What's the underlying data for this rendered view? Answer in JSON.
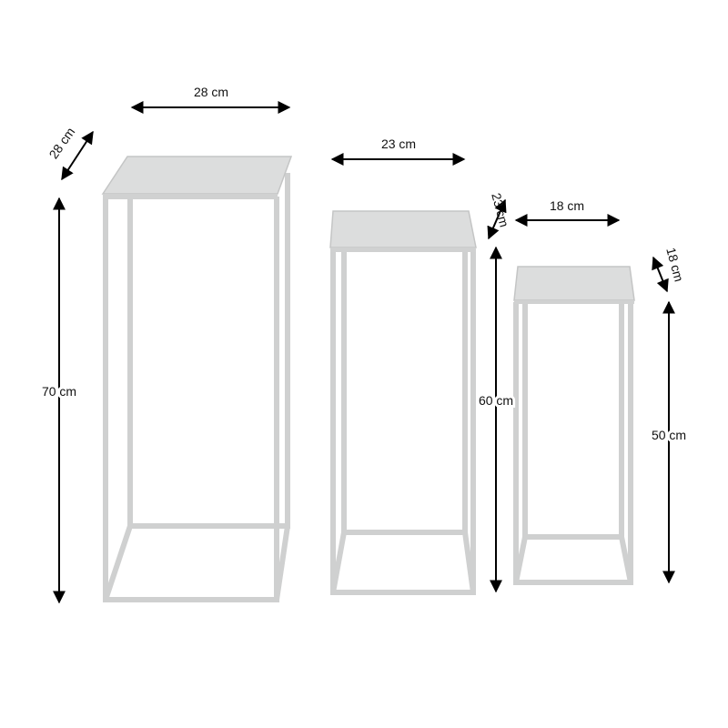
{
  "large_table": {
    "width": "28 cm",
    "depth": "28 cm",
    "height": "70 cm"
  },
  "medium_table": {
    "width": "23 cm",
    "depth": "23 cm",
    "height": "60 cm"
  },
  "small_table": {
    "width": "18 cm",
    "depth": "18 cm",
    "height": "50 cm"
  },
  "colors": {
    "frame": "#cfd0d0",
    "arrows": "#000000",
    "background": "#ffffff"
  }
}
